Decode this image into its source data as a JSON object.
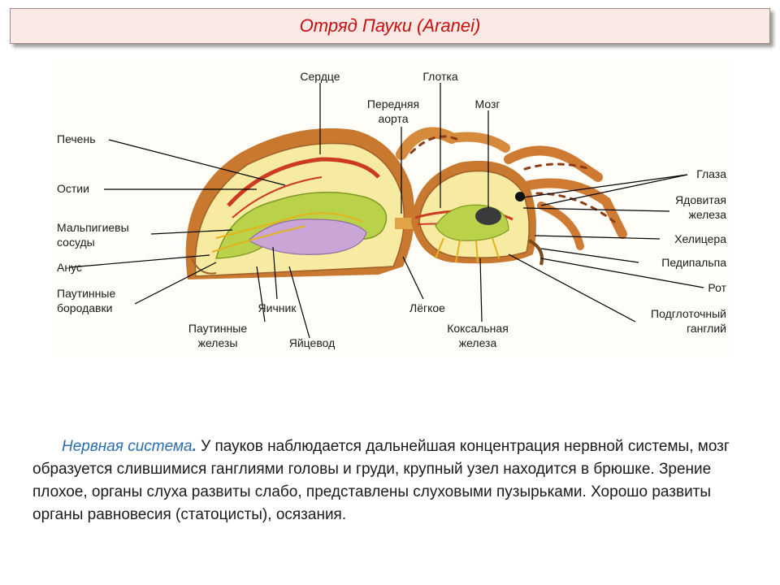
{
  "title": "Отряд Пауки (Aranei)",
  "labels": {
    "heart": "Сердце",
    "pharynx": "Глотка",
    "aorta_1": "Передняя",
    "aorta_2": "аорта",
    "brain": "Мозг",
    "liver": "Печень",
    "ostia": "Остии",
    "malpighian_1": "Мальпигиевы",
    "malpighian_2": "сосуды",
    "anus": "Анус",
    "spinnerets_1": "Паутинные",
    "spinnerets_2": "бородавки",
    "ovary": "Яичник",
    "lung": "Лёгкое",
    "silk_glands_1": "Паутинные",
    "silk_glands_2": "железы",
    "oviduct": "Яйцевод",
    "coxal_1": "Коксальная",
    "coxal_2": "железа",
    "eyes": "Глаза",
    "venom_1": "Ядовитая",
    "venom_2": "железа",
    "chelicera": "Хелицера",
    "pedipalp": "Педипальпа",
    "mouth": "Рот",
    "subpharyngeal_1": "Подглоточный",
    "subpharyngeal_2": "ганглий"
  },
  "paragraph": {
    "heading": "Нервная система",
    "heading_dot": ".",
    "text": " У пауков наблюдается дальнейшая концентрация нервной системы, мозг образуется слившимися ганглиями головы и груди, крупный узел находится в брюшке. Зрение плохое, органы слуха развиты слабо, представлены слуховыми пузырьками. Хорошо развиты органы равновесия (статоцисты), осязания."
  },
  "colors": {
    "title_text": "#c81010",
    "title_bg": "#fbe9e5",
    "heading_text": "#2a6db0",
    "body_cream": "#f6eba0",
    "shell_brown": "#c8782f",
    "gut_green": "#b9d24a",
    "ovary_lilac": "#c9a6d6",
    "vessel_red": "#cc3a22"
  },
  "icons": {
    "eye": "eye-icon",
    "brain": "brain-ganglion-icon"
  }
}
